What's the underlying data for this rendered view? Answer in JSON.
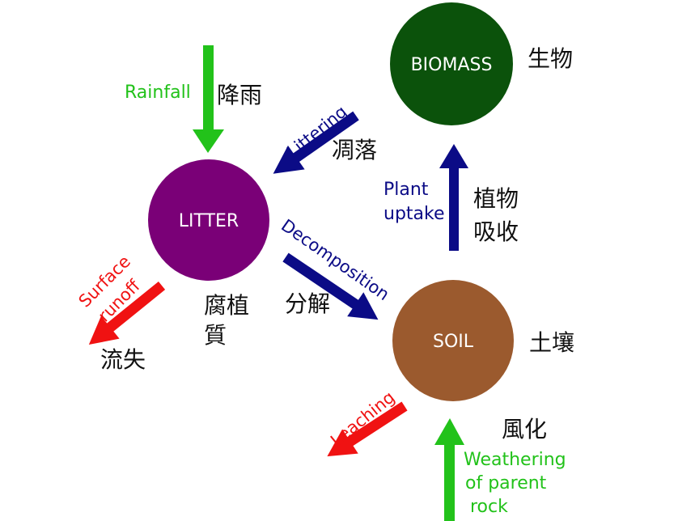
{
  "colors": {
    "litter": "#7a0077",
    "biomass": "#0b520b",
    "soil": "#9b5a2e",
    "green_arrow": "#22c21a",
    "blue_arrow": "#0b0b86",
    "red_arrow": "#f01212",
    "node_text": "#ffffff",
    "chinese_text": "#111111"
  },
  "nodes": {
    "litter": {
      "label": "LITTER",
      "chinese": [
        "腐植",
        "質"
      ]
    },
    "biomass": {
      "label": "BIOMASS",
      "chinese": [
        "生物"
      ]
    },
    "soil": {
      "label": "SOIL",
      "chinese": [
        "土壤"
      ]
    }
  },
  "flows": {
    "rainfall": {
      "label": [
        "Rainfall"
      ],
      "chinese": [
        "降雨"
      ],
      "color": "green"
    },
    "littering": {
      "label": [
        "Littering"
      ],
      "chinese": [
        "凋落"
      ],
      "color": "blue"
    },
    "plant_uptake": {
      "label": [
        "Plant",
        "uptake"
      ],
      "chinese": [
        "植物",
        "吸收"
      ],
      "color": "blue"
    },
    "decomposition": {
      "label": [
        "Decomposition"
      ],
      "chinese": [
        "分解"
      ],
      "color": "blue"
    },
    "surface_runoff": {
      "label": [
        "Surface",
        "runoff"
      ],
      "chinese": [
        "流失"
      ],
      "color": "red"
    },
    "leaching": {
      "label": [
        "Leaching"
      ],
      "chinese": [],
      "color": "red"
    },
    "weathering": {
      "label": [
        "Weathering",
        "of parent",
        "rock"
      ],
      "chinese": [
        "風化"
      ],
      "color": "green"
    }
  }
}
